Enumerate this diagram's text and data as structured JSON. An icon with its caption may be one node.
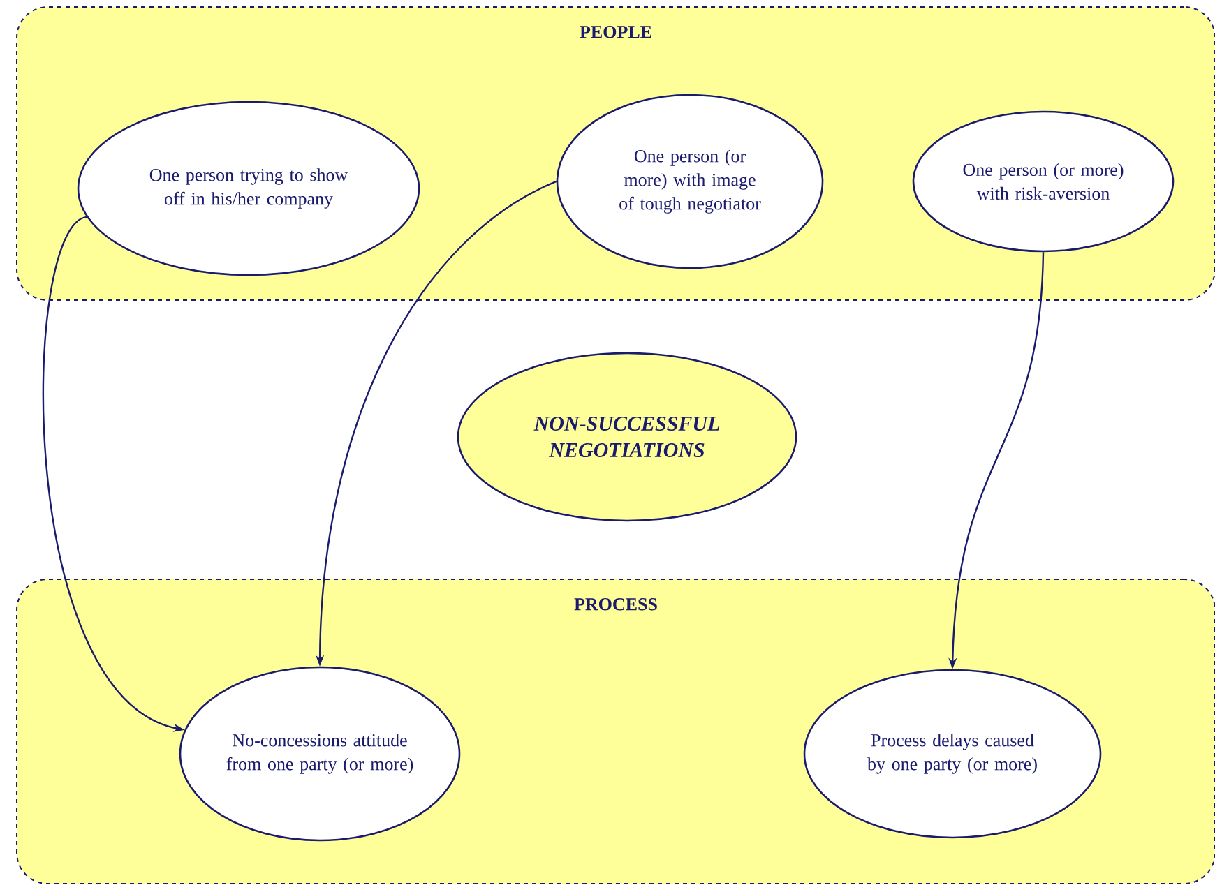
{
  "diagram": {
    "nodes": [
      {
        "text": [
          "PEOPLE"
        ]
      },
      {
        "text": [
          "One person trying to show off in his/her company"
        ],
        "in": 0
      },
      {
        "text": [
          "One person (or more) with image of tough negotiator"
        ],
        "in": 0
      },
      {
        "text": [
          "One person (or more) with risk-aversion"
        ],
        "in": 0
      },
      {
        "text": [
          "NON-SUCCESSFUL NEGOTIATIONS"
        ]
      },
      {
        "text": [
          "PROCESS"
        ]
      },
      {
        "text": [
          "No-concessions attitude from one party (or more)"
        ],
        "in": 5
      },
      {
        "text": [
          "Process delays caused by one party (or more)"
        ],
        "in": 5
      }
    ],
    "edges": [
      {
        "from": 1,
        "to": 6,
        "arrow": "to"
      },
      {
        "from": 2,
        "to": 6,
        "arrow": "to"
      },
      {
        "from": 3,
        "to": 7,
        "arrow": "to"
      }
    ]
  }
}
